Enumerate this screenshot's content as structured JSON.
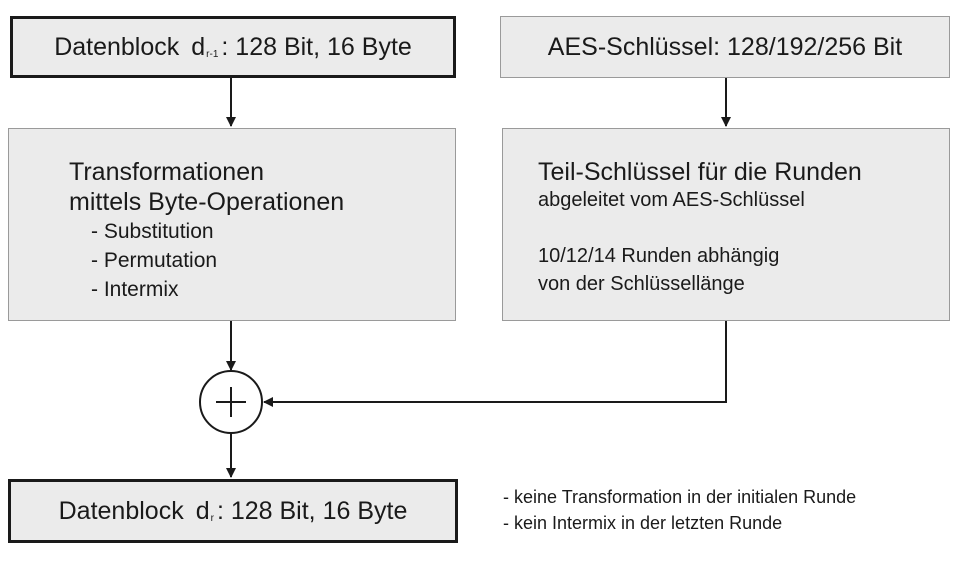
{
  "input_block": {
    "label": "Datenblock",
    "var": "d",
    "sub": "r-1",
    "rest": ": 128 Bit, 16 Byte"
  },
  "aes_key": {
    "label": "AES-Schlüssel: 128/192/256 Bit"
  },
  "transformations": {
    "title1": "Transformationen",
    "title2": "mittels Byte-Operationen",
    "items": [
      "- Substitution",
      "- Permutation",
      "- Intermix"
    ]
  },
  "round_keys": {
    "title": "Teil-Schlüssel für die Runden",
    "subtitle": "abgeleitet vom AES-Schlüssel",
    "rounds_line1": "10/12/14 Runden abhängig",
    "rounds_line2": "von der Schlüssellänge"
  },
  "output_block": {
    "label": "Datenblock",
    "var": "d",
    "sub": "r",
    "rest": ": 128 Bit, 16 Byte"
  },
  "notes": [
    "- keine Transformation in der initialen Runde",
    "- kein Intermix in der letzten Runde"
  ]
}
